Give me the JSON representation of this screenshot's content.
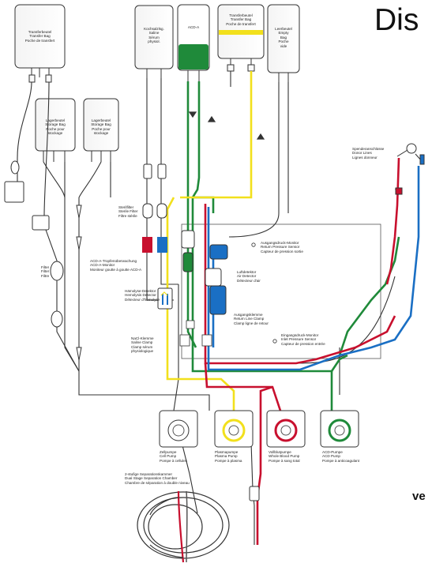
{
  "header": {
    "title_fragment": "Dis"
  },
  "side_fragment": "ve",
  "colors": {
    "green": "#1f8a3a",
    "yellow": "#f2e01c",
    "red": "#c8102e",
    "blue": "#1a6fc4",
    "line": "#333333"
  },
  "bags": {
    "transfer_bag_left": [
      "Transferbeutel",
      "Transfer Bag",
      "Poche de transfert"
    ],
    "saline": [
      "Kochsalzlsg.",
      "Saline",
      "Sérum",
      "physiol."
    ],
    "acd_a": [
      "ACD-A"
    ],
    "transfer_bag_right": [
      "Transferbeutel",
      "Transfer Bag",
      "Poche de transfert"
    ],
    "empty_bag": [
      "Leerbeutel",
      "Empty",
      "Bag",
      "Poche",
      "vide"
    ],
    "storage_bag_1": [
      "Lagerbeutel",
      "Storage Bag",
      "Poche pour",
      "stockage"
    ],
    "storage_bag_2": [
      "Lagerbeutel",
      "Storage Bag",
      "Poche pour",
      "stockage"
    ]
  },
  "labels": {
    "sterile_filter": [
      "Sterilfilter",
      "Sterile Filter",
      "Filtre stérile"
    ],
    "filter": [
      "Filter",
      "Filter",
      "Filtre"
    ],
    "acd_monitor": [
      "ACD-A-Tropfenüberwachung",
      "ACD-A-Monitor",
      "Moniteur goutte à goutte ACD-A"
    ],
    "hemolysis_detector": [
      "Hämolyse-Detektor",
      "Hemolysis Detector",
      "Détecteur d'hémolyse"
    ],
    "saline_clamp": [
      "NaCl-Klemme",
      "Saline Clamp",
      "Clamp sérum",
      "physiologique"
    ],
    "return_pressure": [
      "Ausgangsdruck-Monitor",
      "Return Pressure Sensor",
      "Capteur de pression sortie"
    ],
    "air_detector": [
      "Luftdetektor",
      "Air Detector",
      "Détecteur d'air"
    ],
    "return_clamp": [
      "Ausgangsklemme",
      "Return Line Clamp",
      "Clamp ligne de retour"
    ],
    "inlet_pressure": [
      "Eingangsdruck-Monitor",
      "Inlet Pressure Sensor",
      "Capteur de pression entrée"
    ],
    "donor_lines": [
      "Spenderanschlüsse",
      "Donor Lines",
      "Lignes donneur"
    ],
    "separation_chamber": [
      "2-stufige Separationskammer",
      "Dual Stage Separation Chamber",
      "Chambre de séparation à double niveau"
    ]
  },
  "pumps": [
    {
      "name": [
        "Zellpumpe",
        "Cell Pump",
        "Pompe à cellules"
      ],
      "color": "none"
    },
    {
      "name": [
        "Plasmapumpe",
        "Plasma Pump",
        "Pompe à plasma"
      ],
      "color": "yellow"
    },
    {
      "name": [
        "Vollblutpumpe",
        "Whole Blood Pump",
        "Pompe à sang total"
      ],
      "color": "red"
    },
    {
      "name": [
        "ACD-Pumpe",
        "ACD Pump",
        "Pompe à anticoagulant"
      ],
      "color": "green"
    }
  ]
}
